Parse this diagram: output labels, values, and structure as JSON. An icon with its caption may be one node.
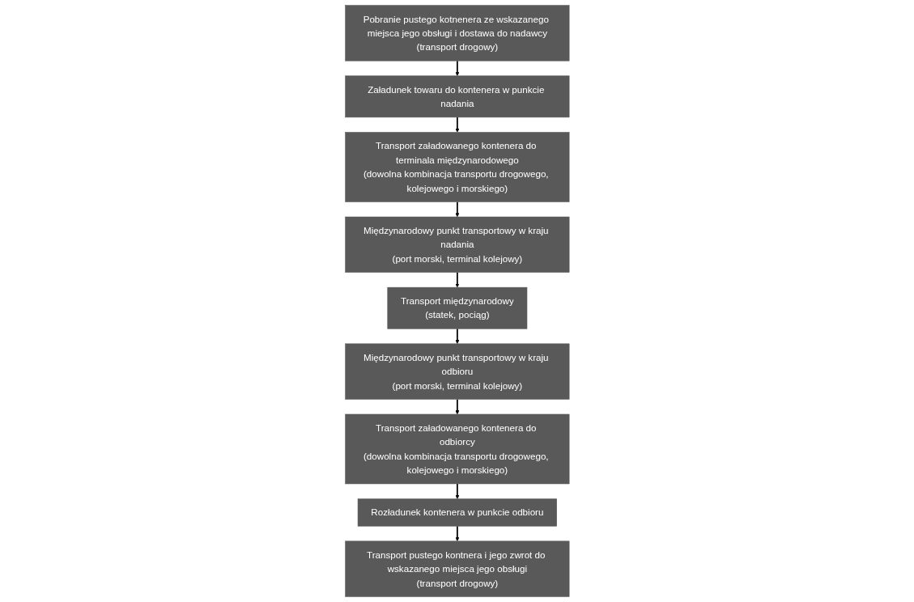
{
  "diagram": {
    "nodes": [
      {
        "text": [
          "Pobranie pustego kotnenera ze wskazanego miejsca jego obsługi i dostawa do nadawcy",
          "(transport drogowy)"
        ]
      },
      {
        "text": [
          "Załadunek towaru do kontenera w punkcie nadania"
        ]
      },
      {
        "text": [
          "Transport załadowanego kontenera do terminala międzynarodowego",
          "(dowolna kombinacja transportu drogowego, kolejowego i morskiego)"
        ]
      },
      {
        "text": [
          "Międzynarodowy punkt transportowy w kraju nadania",
          "(port morski, terminal kolejowy)"
        ]
      },
      {
        "text": [
          "Transport międzynarodowy",
          "(statek, pociąg)"
        ]
      },
      {
        "text": [
          "Międzynarodowy punkt transportowy w kraju odbioru",
          "(port morski, terminal kolejowy)"
        ]
      },
      {
        "text": [
          "Transport załadowanego kontenera do odbiorcy",
          "(dowolna kombinacja transportu drogowego, kolejowego i morskiego)"
        ]
      },
      {
        "text": [
          "Rozładunek kontenera w punkcie odbioru"
        ]
      },
      {
        "text": [
          "Transport pustego kontnera i jego zwrot do wskazanego miejsca jego obsługi",
          "(transport drogowy)"
        ]
      }
    ],
    "edges": [
      {
        "from": 0,
        "to": 1,
        "arrow": "to"
      },
      {
        "from": 1,
        "to": 2,
        "arrow": "to"
      },
      {
        "from": 2,
        "to": 3,
        "arrow": "to"
      },
      {
        "from": 3,
        "to": 4,
        "arrow": "to"
      },
      {
        "from": 4,
        "to": 5,
        "arrow": "to"
      },
      {
        "from": 5,
        "to": 6,
        "arrow": "to"
      },
      {
        "from": 6,
        "to": 7,
        "arrow": "to"
      },
      {
        "from": 7,
        "to": 8,
        "arrow": "to"
      }
    ]
  }
}
